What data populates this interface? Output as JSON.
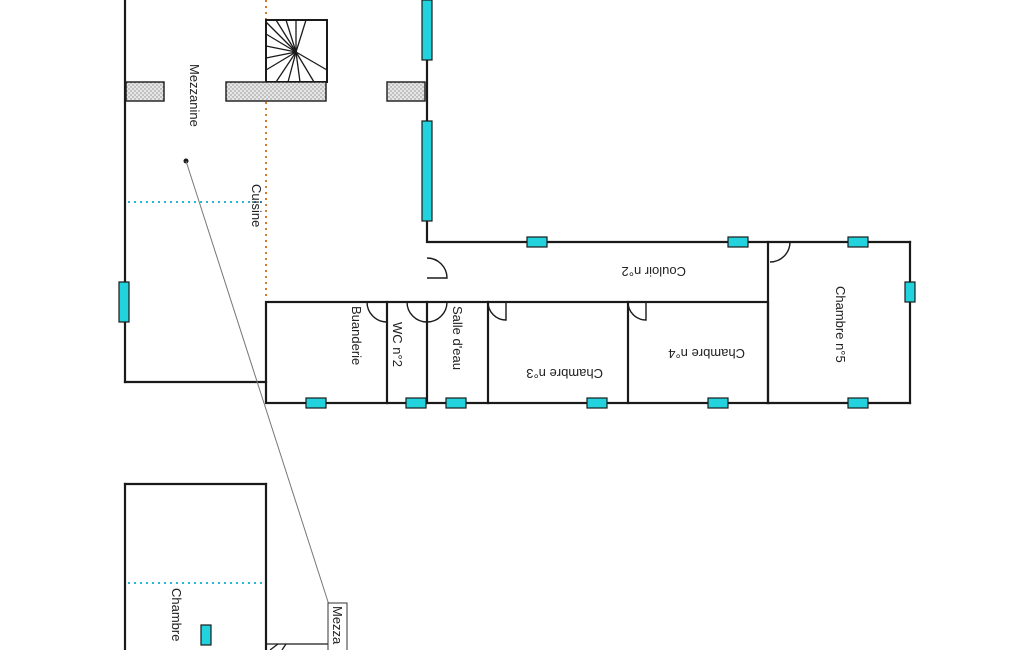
{
  "colors": {
    "wall": "#1a1a1a",
    "window": "#22d3de",
    "dotted_orange": "#d97a2b",
    "dotted_blue": "#2bb6d9",
    "hatch": "#bfbfbf"
  },
  "rooms": {
    "mezzanine": "Mezzanine",
    "cuisine": "Cuisine",
    "buanderie": "Buanderie",
    "wc2": "WC n°2",
    "salle_eau": "Salle d'eau",
    "chambre3": "Chambre n°3",
    "chambre4": "Chambre n°4",
    "couloir2": "Couloir n°2",
    "chambre5": "Chambre n°5",
    "chambre_lower": "Chambre",
    "mezzanine_lower": "Mezza"
  }
}
